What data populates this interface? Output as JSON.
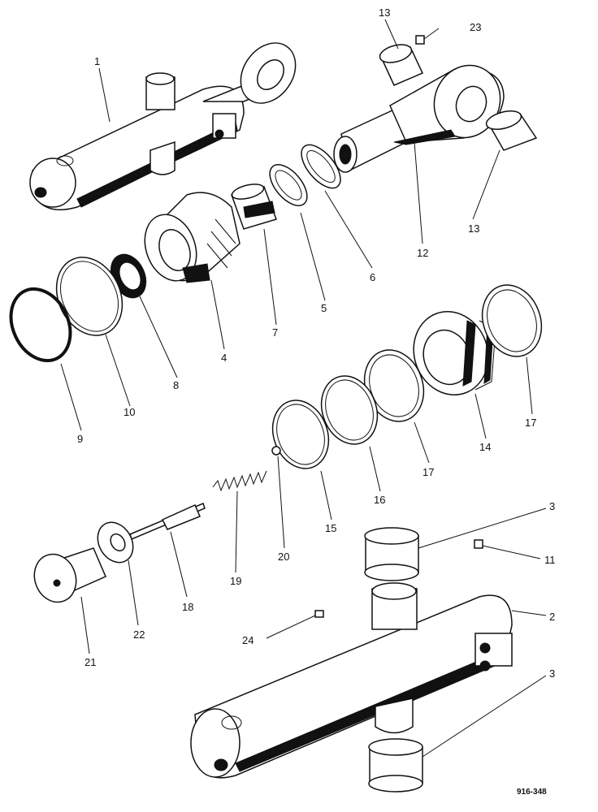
{
  "drawing_ref": "916-348",
  "callouts": [
    {
      "id": "1",
      "text": "1"
    },
    {
      "id": "2",
      "text": "2"
    },
    {
      "id": "3a",
      "text": "3"
    },
    {
      "id": "3b",
      "text": "3"
    },
    {
      "id": "4",
      "text": "4"
    },
    {
      "id": "5",
      "text": "5"
    },
    {
      "id": "6",
      "text": "6"
    },
    {
      "id": "7",
      "text": "7"
    },
    {
      "id": "8",
      "text": "8"
    },
    {
      "id": "9",
      "text": "9"
    },
    {
      "id": "10",
      "text": "10"
    },
    {
      "id": "11",
      "text": "11"
    },
    {
      "id": "12",
      "text": "12"
    },
    {
      "id": "13a",
      "text": "13"
    },
    {
      "id": "13b",
      "text": "13"
    },
    {
      "id": "14",
      "text": "14"
    },
    {
      "id": "15",
      "text": "15"
    },
    {
      "id": "16",
      "text": "16"
    },
    {
      "id": "17a",
      "text": "17"
    },
    {
      "id": "17b",
      "text": "17"
    },
    {
      "id": "18",
      "text": "18"
    },
    {
      "id": "19",
      "text": "19"
    },
    {
      "id": "20",
      "text": "20"
    },
    {
      "id": "21",
      "text": "21"
    },
    {
      "id": "22",
      "text": "22"
    },
    {
      "id": "23",
      "text": "23"
    },
    {
      "id": "24",
      "text": "24"
    }
  ]
}
